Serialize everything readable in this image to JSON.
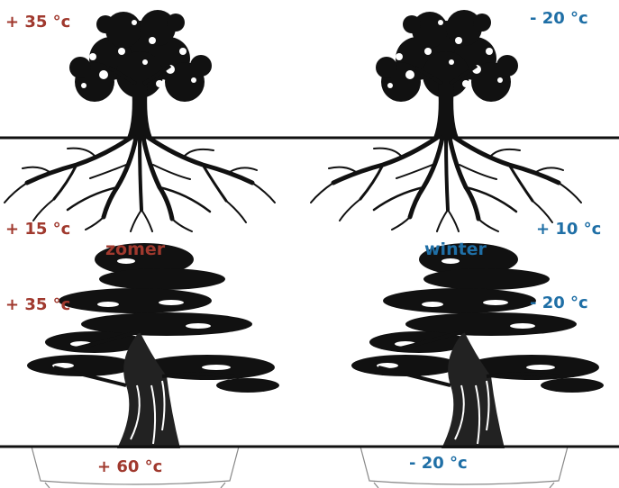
{
  "colors": {
    "warm": "#a0392e",
    "cold": "#1f6fa6",
    "ink": "#111111"
  },
  "panels": {
    "summer_ground": {
      "air_temp": "+ 35 °c",
      "soil_temp": "+ 15 °c",
      "season": "zomer"
    },
    "winter_ground": {
      "air_temp": "- 20 °c",
      "soil_temp": "+ 10 °c",
      "season": "winter"
    },
    "summer_bonsai": {
      "air_temp": "+ 35 °c",
      "pot_temp": "+ 60 °c"
    },
    "winter_bonsai": {
      "air_temp": "- 20 °c",
      "pot_temp": "- 20 °c"
    }
  }
}
